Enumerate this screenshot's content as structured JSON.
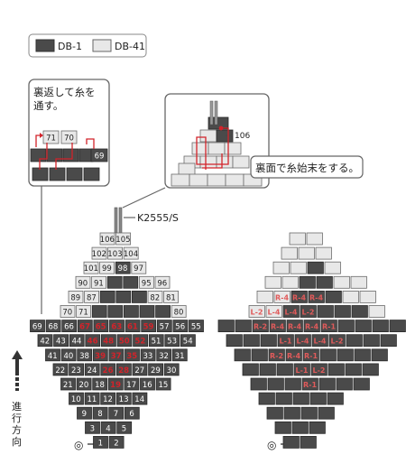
{
  "legend": {
    "dark_code": "DB-1",
    "light_code": "DB-41"
  },
  "colors": {
    "dark_bead": "#4a4a4a",
    "light_bead": "#e8e8e8",
    "bead_stroke": "#444444",
    "thread": "#d2232a",
    "frame": "#666666",
    "accent_text": "#d2232a"
  },
  "callout_left": {
    "text_line1": "裏返して糸を",
    "text_line2": "通す。",
    "beads": [
      "71",
      "70",
      "69"
    ]
  },
  "callout_right": {
    "bead": "106",
    "note": "裏面で糸始末をする。"
  },
  "needle_label": "K2555/S",
  "direction_label": [
    "進",
    "行",
    "方",
    "向"
  ],
  "start_symbol": "◎",
  "left_rows": [
    [
      "106",
      "105"
    ],
    [
      "102",
      "103",
      "104"
    ],
    [
      "101",
      "99",
      "98",
      "97"
    ],
    [
      "90",
      "91",
      "",
      "",
      "95",
      "96"
    ],
    [
      "89",
      "87",
      "",
      "",
      "",
      "82",
      "81"
    ],
    [
      "70",
      "71",
      "",
      "",
      "",
      "",
      "",
      "80"
    ],
    [
      "69",
      "68",
      "66",
      "67",
      "65",
      "63",
      "61",
      "59",
      "57",
      "56",
      "55"
    ],
    [
      "42",
      "43",
      "44",
      "46",
      "48",
      "50",
      "52",
      "51",
      "53",
      "54"
    ],
    [
      "41",
      "40",
      "38",
      "39",
      "37",
      "35",
      "33",
      "32",
      "31"
    ],
    [
      "22",
      "23",
      "24",
      "26",
      "28",
      "27",
      "29",
      "30"
    ],
    [
      "21",
      "20",
      "18",
      "19",
      "17",
      "16",
      "15"
    ],
    [
      "10",
      "11",
      "12",
      "13",
      "14"
    ],
    [
      "9",
      "8",
      "7",
      "6"
    ],
    [
      "3",
      "4",
      "5"
    ],
    [
      "1",
      "2"
    ]
  ],
  "right_rows": [
    [],
    [],
    [],
    [
      "",
      "",
      "",
      "",
      "",
      ""
    ],
    [
      "",
      "R-4",
      "R-4",
      "R-4",
      "",
      "",
      ""
    ],
    [
      "L-2",
      "L-4",
      "L-4",
      "L-2",
      "",
      "",
      "",
      ""
    ],
    [
      "",
      "",
      "R-2",
      "R-4",
      "R-4",
      "R-4",
      "R-1",
      "",
      "",
      "",
      ""
    ],
    [
      "",
      "",
      "",
      "L-1",
      "L-4",
      "L-4",
      "L-2",
      "",
      "",
      ""
    ],
    [
      "",
      "",
      "R-2",
      "R-4",
      "R-1",
      "",
      "",
      "",
      ""
    ],
    [
      "",
      "",
      "",
      "L-1",
      "L-2",
      "",
      "",
      ""
    ],
    [
      "",
      "",
      "",
      "R-1",
      "",
      "",
      ""
    ],
    [
      "",
      "",
      "",
      "",
      ""
    ],
    [
      "",
      "",
      "",
      ""
    ],
    [
      "",
      "",
      ""
    ],
    [
      "",
      ""
    ]
  ]
}
